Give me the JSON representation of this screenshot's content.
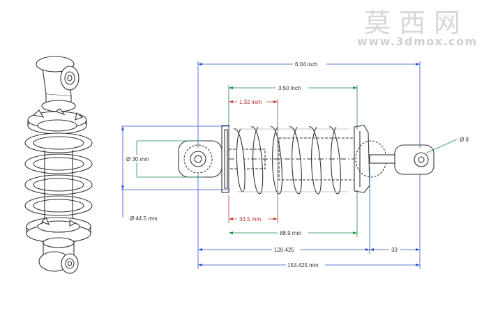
{
  "watermark": {
    "title": "莫西网",
    "url": "www.3dmox.com"
  },
  "colors": {
    "line": "#333333",
    "dim_blue": "#2a55c8",
    "dim_green": "#1e8a4a",
    "dim_red": "#c23a3a"
  },
  "dimensions": {
    "overall_inch": "6.04 inch",
    "spring_inch": "3.50 inch",
    "body_inch": "1.32 inch",
    "eye_dia": "Ø 30 mm",
    "spring_dia": "Ø 44.5 mm",
    "pin_dia": "Ø 8",
    "body_mm": "33.5 mm",
    "spring_mm": "88.9 mm",
    "length_120": "120.425",
    "length_33": "33",
    "length_total": "153.425 mm"
  }
}
